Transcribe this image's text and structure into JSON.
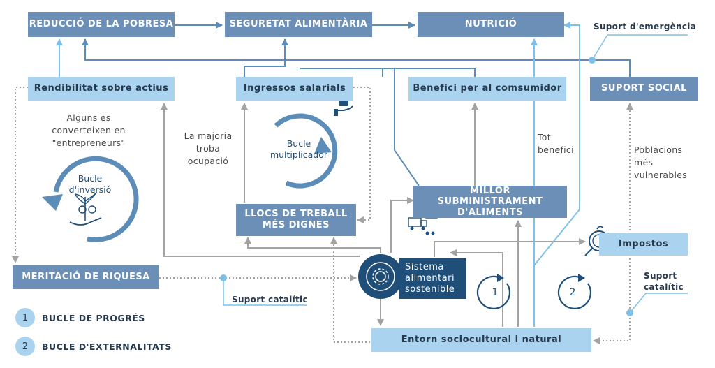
{
  "boxes": {
    "poverty_reduction": "REDUCCIÓ DE LA POBRESA",
    "food_security": "SEGURETAT ALIMENTÀRIA",
    "nutrition": "NUTRICIÓ",
    "asset_returns": "Rendibilitat sobre actius",
    "wage_income": "Ingressos salarials",
    "consumer_benefit": "Benefici per al comsumidor",
    "social_support": "SUPORT SOCIAL",
    "better_supply": "MILLOR SUBMINISTRAMENT D'ALIMENTS",
    "decent_jobs": "LLOCS DE TREBALL MÉS DIGNES",
    "taxes": "Impostos",
    "wealth_accumulation": "MERITACIÓ DE RIQUESA",
    "sustainable_system": "Sistema alimentari sostenible",
    "environment": "Entorn sociocultural i natural"
  },
  "labels": {
    "emergency_support": "Suport d'emergència",
    "catalytic_support_left": "Suport catalític",
    "catalytic_support_right": "Suport catalític"
  },
  "texts": {
    "entrepreneurs": "Alguns es converteixen en \"entrepreneurs\"",
    "majority_jobs": "La majoria troba ocupació",
    "all_benefit": "Tot benefici",
    "vulnerable": "Poblacions més vulnerables"
  },
  "loops": {
    "investment_loop": "Bucle d'inversió",
    "multiplier_loop": "Bucle multiplicador",
    "loop_1": "1",
    "loop_2": "2"
  },
  "legend": [
    {
      "num": "1",
      "label": "BUCLE DE PROGRÉS"
    },
    {
      "num": "2",
      "label": "BUCLE D'EXTERNALITATS"
    }
  ],
  "colors": {
    "dark_box": "#6b8fb6",
    "light_box": "#a9d3ef",
    "navy": "#1f4e79",
    "arrow_blue": "#5b8db8",
    "arrow_light": "#7fc0e8",
    "arrow_gray": "#a3a3a3"
  },
  "icons": [
    "hand-money-icon",
    "hand-plant-icon",
    "truck-factory-icon",
    "money-bag-icon",
    "gear-cycle-icon"
  ]
}
